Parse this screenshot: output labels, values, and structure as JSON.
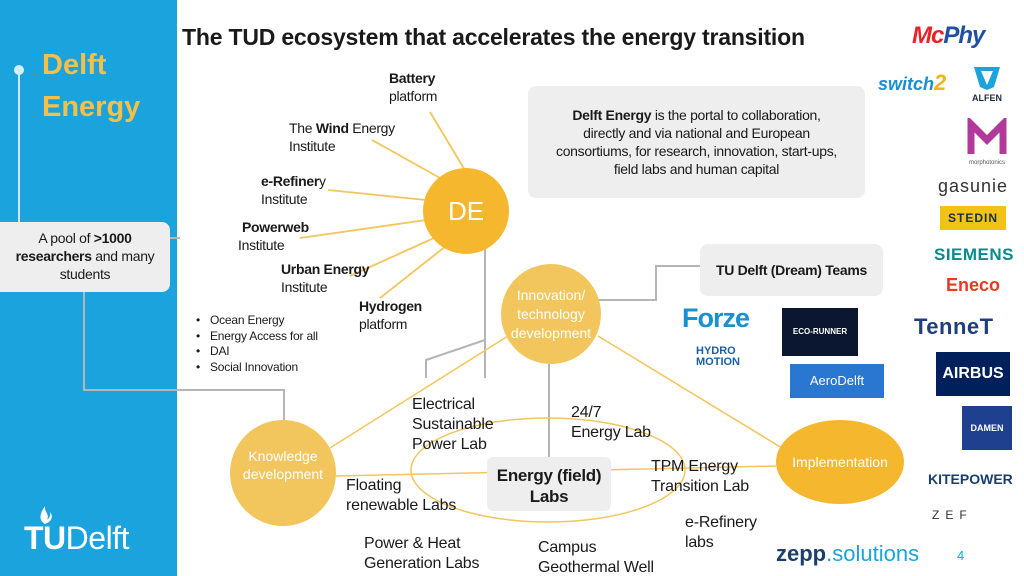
{
  "slide": {
    "title": "The TUD ecosystem that accelerates the energy transition",
    "page_number": "4"
  },
  "sidebar": {
    "brand_line1": "Delft",
    "brand_line2": "Energy",
    "pool_part1": "A pool of ",
    "pool_bold1": ">1000",
    "pool_bold2": "researchers",
    "pool_part2": " and many",
    "pool_part3": "students",
    "logo_tu": "TU",
    "logo_delft": "Delft"
  },
  "hub": {
    "label": "DE"
  },
  "institutes": {
    "battery_line1": "Battery",
    "battery_line2": "platform",
    "wind_part1": "The ",
    "wind_bold": "Wind",
    "wind_part2": " Energy",
    "wind_line2": "Institute",
    "erefinery_bold": "e-Refiner",
    "erefinery_part2": "y",
    "erefinery_line2": "Institute",
    "powerweb_line1": "Powerweb",
    "powerweb_line2": "Institute",
    "urban_line1": "Urban Energy",
    "urban_line2": "Institute",
    "hydrogen_line1": "Hydrogen",
    "hydrogen_line2": "platform"
  },
  "bullets": [
    "Ocean Energy",
    "Energy Access for all",
    "DAI",
    "Social Innovation"
  ],
  "portal": {
    "bold": "Delft Energy",
    "line1_rest": " is the portal to collaboration,",
    "line2": "directly and via national and European",
    "line3": "consortiums, for research, innovation, start-ups,",
    "line4": "field labs and human capital"
  },
  "innovation": {
    "line1": "Innovation/",
    "line2": "technology",
    "line3": "development"
  },
  "dream_teams": "TU Delft (Dream) Teams",
  "knowledge": {
    "line1": "Knowledge",
    "line2": "development"
  },
  "implementation": "Implementation",
  "field_labs": {
    "center_line1": "Energy (field)",
    "center_line2": "Labs",
    "electrical_line1": "Electrical",
    "electrical_line2": "Sustainable",
    "electrical_line3": "Power Lab",
    "energy247_line1": "24/7",
    "energy247_line2": "Energy Lab",
    "tpm_line1": "TPM Energy",
    "tpm_line2": "Transition Lab",
    "floating_line1": "Floating",
    "floating_line2": "renewable Labs",
    "erefinery_line1": "e-Refinery",
    "erefinery_line2": "labs",
    "powerheat_line1": "Power & Heat",
    "powerheat_line2": "Generation Labs",
    "campus_line1": "Campus",
    "campus_line2": "Geothermal Well"
  },
  "partner_logos": {
    "mcphy_a": "Mc",
    "mcphy_b": "Phy",
    "switch_a": "switch",
    "switch_b": "2",
    "alfen": "ALFEN",
    "morphotonics": "morphotonics",
    "gasunie": "gasunie",
    "stedin": "STEDIN",
    "siemens": "SIEMENS",
    "eneco": "Eneco",
    "tennet": "TenneT",
    "airbus": "AIRBUS",
    "damen": "DAMEN",
    "kitepower": "KITEPOWER",
    "zef": "ZEF",
    "zepp_a": "zepp",
    "zepp_b": ".solutions"
  },
  "team_logos": {
    "forze": "Forze",
    "ecorunner": "ECO-RUNNER",
    "hydro_line1": "HYDRO",
    "hydro_line2": "MOTION",
    "aerodelft": "AeroDelft"
  },
  "colors": {
    "sidebar_blue": "#1aa3dc",
    "brand_gold": "#f5c04a",
    "hub_orange": "#f5b72e",
    "node_yellow": "#f2c65c",
    "connector_gray": "#b5b5b5",
    "card_gray": "#eeeeee"
  }
}
